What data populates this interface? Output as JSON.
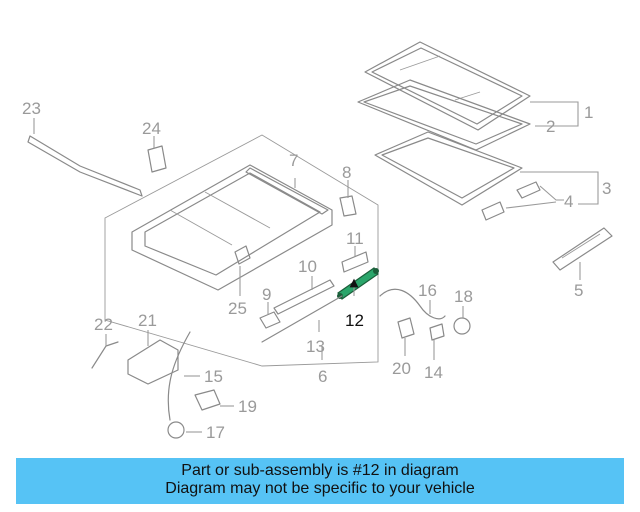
{
  "diagram": {
    "callouts": [
      "1",
      "2",
      "3",
      "4",
      "5",
      "6",
      "7",
      "8",
      "9",
      "10",
      "11",
      "12",
      "13",
      "14",
      "15",
      "16",
      "17",
      "18",
      "19",
      "20",
      "21",
      "22",
      "23",
      "24",
      "25"
    ],
    "highlighted_part": "12",
    "colors": {
      "highlight_part": "#2aa56a",
      "footer_bg": "#56c3f5",
      "line": "#8a8a8a"
    }
  },
  "footer": {
    "line1": "Part or sub-assembly is #12 in diagram",
    "line2": "Diagram may not be specific to your vehicle"
  }
}
